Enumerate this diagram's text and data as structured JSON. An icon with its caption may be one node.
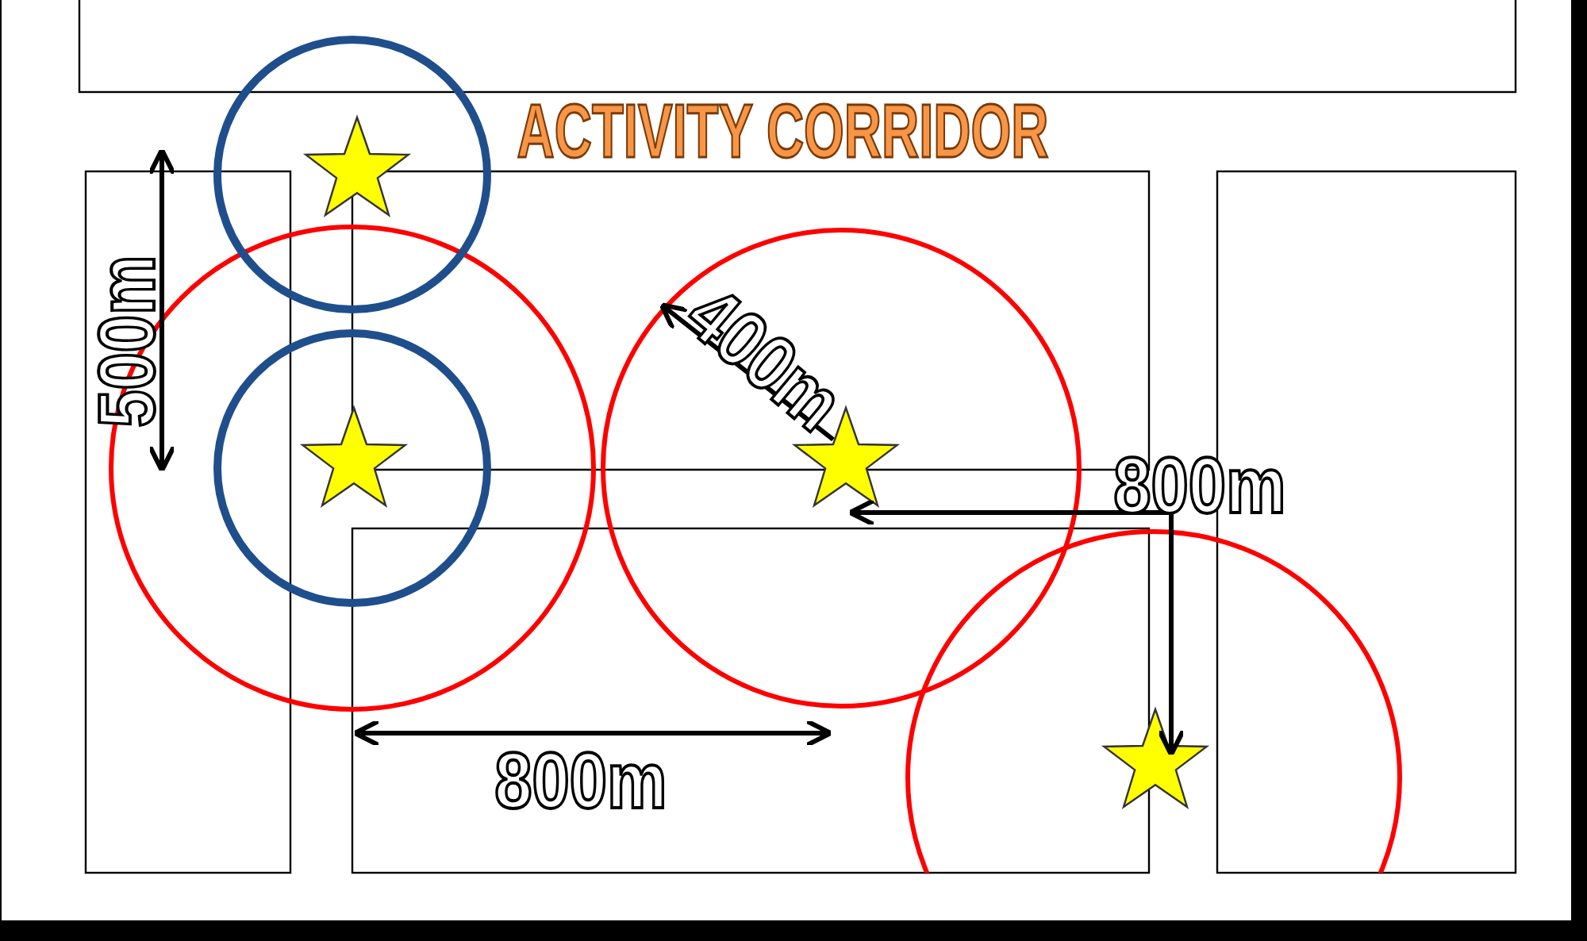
{
  "diagram": {
    "labels": [
      "ACTIVITY CORRIDOR",
      "500m",
      "400m",
      "800m",
      "800m"
    ]
  }
}
